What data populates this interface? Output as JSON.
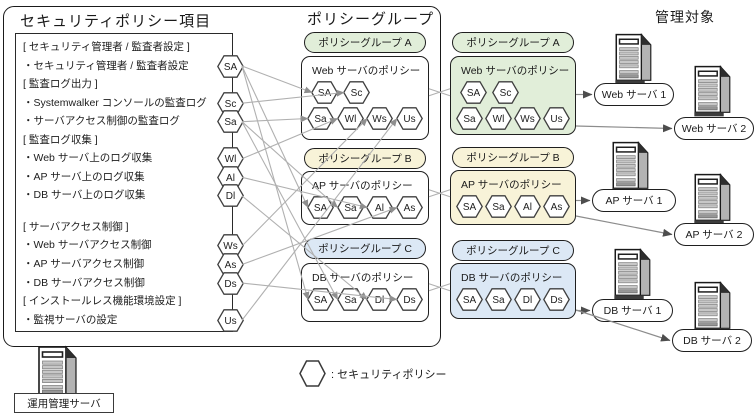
{
  "left_panel": {
    "title": "セキュリティポリシー項目",
    "rows": [
      {
        "type": "header",
        "label": "[ セキュリティ管理者 / 監査者設定 ]"
      },
      {
        "type": "item",
        "label": "・セキュリティ管理者 / 監査者設定",
        "hex": "SA"
      },
      {
        "type": "header",
        "label": "[ 監査ログ出力 ]"
      },
      {
        "type": "item",
        "label": "・Systemwalker コンソールの監査ログ",
        "hex": "Sc"
      },
      {
        "type": "item",
        "label": "・サーバアクセス制御の監査ログ",
        "hex": "Sa"
      },
      {
        "type": "header",
        "label": "[ 監査ログ収集 ]"
      },
      {
        "type": "item",
        "label": "・Web サーバ上のログ収集",
        "hex": "Wl"
      },
      {
        "type": "item",
        "label": "・AP サーバ上のログ収集",
        "hex": "Al"
      },
      {
        "type": "item",
        "label": "・DB サーバ上のログ収集",
        "hex": "Dl"
      },
      {
        "type": "spacer"
      },
      {
        "type": "header",
        "label": "[ サーバアクセス制御 ]"
      },
      {
        "type": "item",
        "label": "・Web サーバアクセス制御",
        "hex": "Ws"
      },
      {
        "type": "item",
        "label": "・AP サーバアクセス制御",
        "hex": "As"
      },
      {
        "type": "item",
        "label": "・DB サーバアクセス制御",
        "hex": "Ds"
      },
      {
        "type": "header",
        "label": "[ インストールレス機能環境設定 ]"
      },
      {
        "type": "item",
        "label": "・監視サーバの設定",
        "hex": "Us"
      }
    ]
  },
  "policy_group_section": {
    "title": "ポリシーグループ",
    "groups": [
      {
        "id": "A",
        "header": "ポリシーグループ A",
        "box_title": "Web サーバのポリシー",
        "color": "#e1eed9",
        "hex_rows": [
          [
            "SA",
            "Sc"
          ],
          [
            "Sa",
            "Wl",
            "Ws",
            "Us"
          ]
        ]
      },
      {
        "id": "B",
        "header": "ポリシーグループ B",
        "box_title": "AP サーバのポリシー",
        "color": "#f8f3d8",
        "hex_rows": [
          [
            "SA",
            "Sa",
            "Al",
            "As"
          ]
        ]
      },
      {
        "id": "C",
        "header": "ポリシーグループ C",
        "box_title": "DB サーバのポリシー",
        "color": "#dce8f5",
        "hex_rows": [
          [
            "SA",
            "Sa",
            "Dl",
            "Ds"
          ]
        ]
      }
    ]
  },
  "managed_section": {
    "title": "管理対象",
    "servers": [
      {
        "id": "web1",
        "label": "Web サーバ 1"
      },
      {
        "id": "web2",
        "label": "Web サーバ 2"
      },
      {
        "id": "ap1",
        "label": "AP サーバ 1"
      },
      {
        "id": "ap2",
        "label": "AP サーバ 2"
      },
      {
        "id": "db1",
        "label": "DB サーバ 1"
      },
      {
        "id": "db2",
        "label": "DB サーバ 2"
      }
    ]
  },
  "management_server": {
    "label": "運用管理サーバ"
  },
  "legend": {
    "symbol": "hexagon-icon",
    "label": ": セキュリティポリシー"
  },
  "connections": [
    {
      "from": "SA",
      "to": [
        "A",
        "B",
        "C"
      ]
    },
    {
      "from": "Sc",
      "to": [
        "A"
      ]
    },
    {
      "from": "Sa",
      "to": [
        "A",
        "B",
        "C"
      ]
    },
    {
      "from": "Wl",
      "to": [
        "A"
      ]
    },
    {
      "from": "Al",
      "to": [
        "B"
      ]
    },
    {
      "from": "Dl",
      "to": [
        "C"
      ]
    },
    {
      "from": "Ws",
      "to": [
        "A"
      ]
    },
    {
      "from": "As",
      "to": [
        "B"
      ]
    },
    {
      "from": "Ds",
      "to": [
        "C"
      ]
    },
    {
      "from": "Us",
      "to": [
        "A"
      ]
    }
  ],
  "group_targets": [
    {
      "group": "A",
      "servers": [
        "web1",
        "web2"
      ]
    },
    {
      "group": "B",
      "servers": [
        "ap1",
        "ap2"
      ]
    },
    {
      "group": "C",
      "servers": [
        "db1",
        "db2"
      ]
    }
  ],
  "colors": {
    "line": "#b0b0b0",
    "arrow": "#8f8f8f",
    "dark_arrow": "#555555",
    "border": "#1a1a1a"
  }
}
